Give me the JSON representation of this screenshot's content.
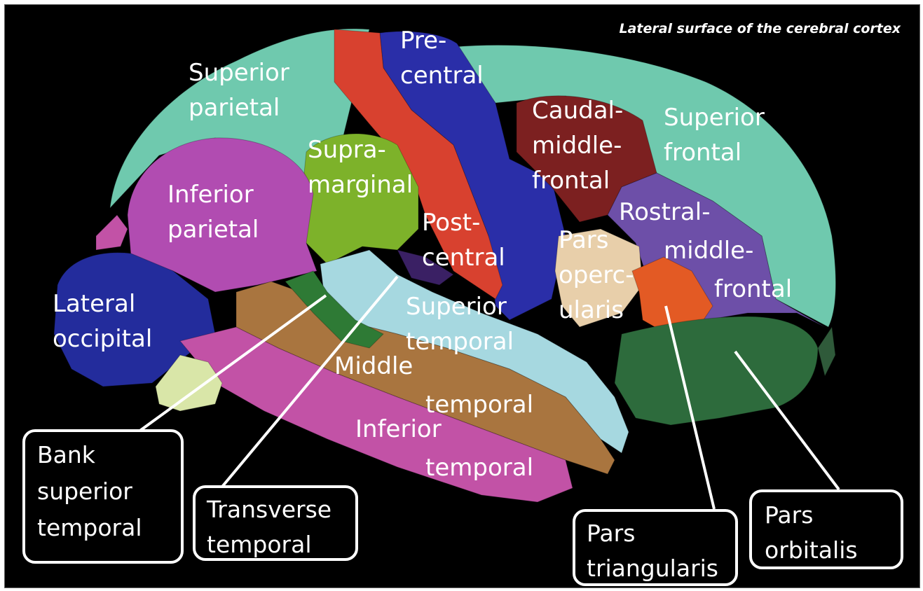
{
  "title": "Lateral surface of the cerebral cortex",
  "colors": {
    "background": "#000000",
    "superior_parietal": "#6fc9ae",
    "superior_frontal": "#6fc9ae",
    "precentral": "#2a2ea8",
    "postcentral": "#d8412f",
    "caudal_middle_frontal": "#7c2020",
    "supramarginal": "#7db22a",
    "inferior_parietal": "#b14cb1",
    "lateral_occipital": "#232c9c",
    "rostral_middle_frontal": "#6d4fa8",
    "pars_opercularis": "#e8cfaa",
    "pars_triangularis": "#e35a24",
    "pars_orbitalis": "#2d6b3c",
    "superior_temporal": "#a6d8e0",
    "middle_temporal": "#a9753f",
    "inferior_temporal": "#c252a6",
    "bank_sts": "#2e7a35",
    "transverse_temporal": "#3a2064",
    "lingual_light": "#d9e6a8",
    "lateral_orbitofrontal": "#2f5a3a",
    "box_border": "#ffffff"
  },
  "regions": {
    "superior_parietal": [
      "Superior",
      "parietal"
    ],
    "precentral": [
      "Pre-",
      "central"
    ],
    "caudal_middle_frontal": [
      "Caudal-",
      "middle-",
      "frontal"
    ],
    "superior_frontal": [
      "Superior",
      "frontal"
    ],
    "supramarginal": [
      "Supra-",
      "marginal"
    ],
    "inferior_parietal": [
      "Inferior",
      "parietal"
    ],
    "postcentral": [
      "Post-",
      "central"
    ],
    "rostral_middle_frontal": [
      "Rostral-",
      "middle-",
      "frontal"
    ],
    "pars_opercularis": [
      "Pars",
      "operc-",
      "ularis"
    ],
    "lateral_occipital": [
      "Lateral",
      "occipital"
    ],
    "superior_temporal": [
      "Superior",
      "temporal"
    ],
    "middle_temporal": [
      "Middle",
      "temporal"
    ],
    "inferior_temporal": [
      "Inferior",
      "temporal"
    ]
  },
  "callouts": {
    "bank_superior_temporal": [
      "Bank",
      "superior",
      "temporal"
    ],
    "transverse_temporal": [
      "Transverse",
      "temporal"
    ],
    "pars_triangularis": [
      "Pars",
      "triangularis"
    ],
    "pars_orbitalis": [
      "Pars",
      "orbitalis"
    ]
  }
}
